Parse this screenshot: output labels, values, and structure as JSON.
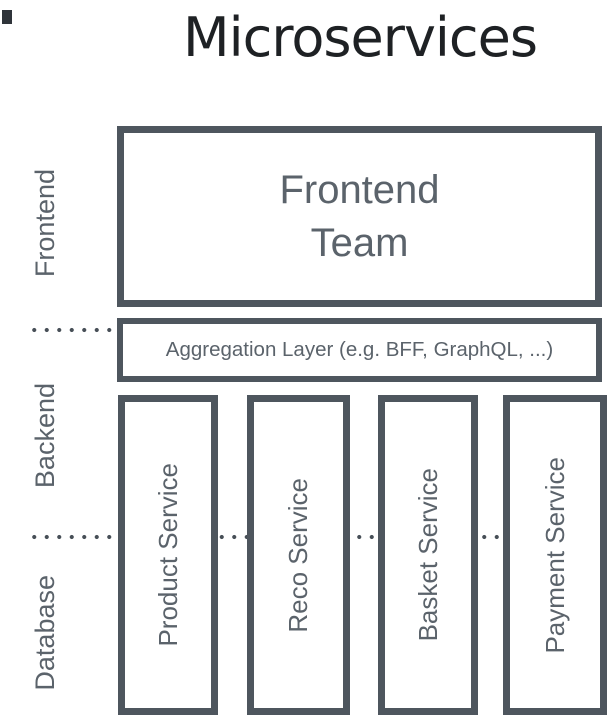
{
  "title": "Microservices",
  "layer_labels": {
    "frontend": "Frontend",
    "backend": "Backend",
    "database": "Database"
  },
  "frontend_team_box": {
    "lines": [
      "Frontend",
      "Team"
    ]
  },
  "aggregation_box": {
    "label": "Aggregation Layer (e.g. BFF, GraphQL, ...)"
  },
  "services": [
    "Product Service",
    "Reco Service",
    "Basket Service",
    "Payment Service"
  ],
  "colors": {
    "border": "#4e565e",
    "text": "#5b636b",
    "title": "#1e2124",
    "dots": "#474f57"
  }
}
